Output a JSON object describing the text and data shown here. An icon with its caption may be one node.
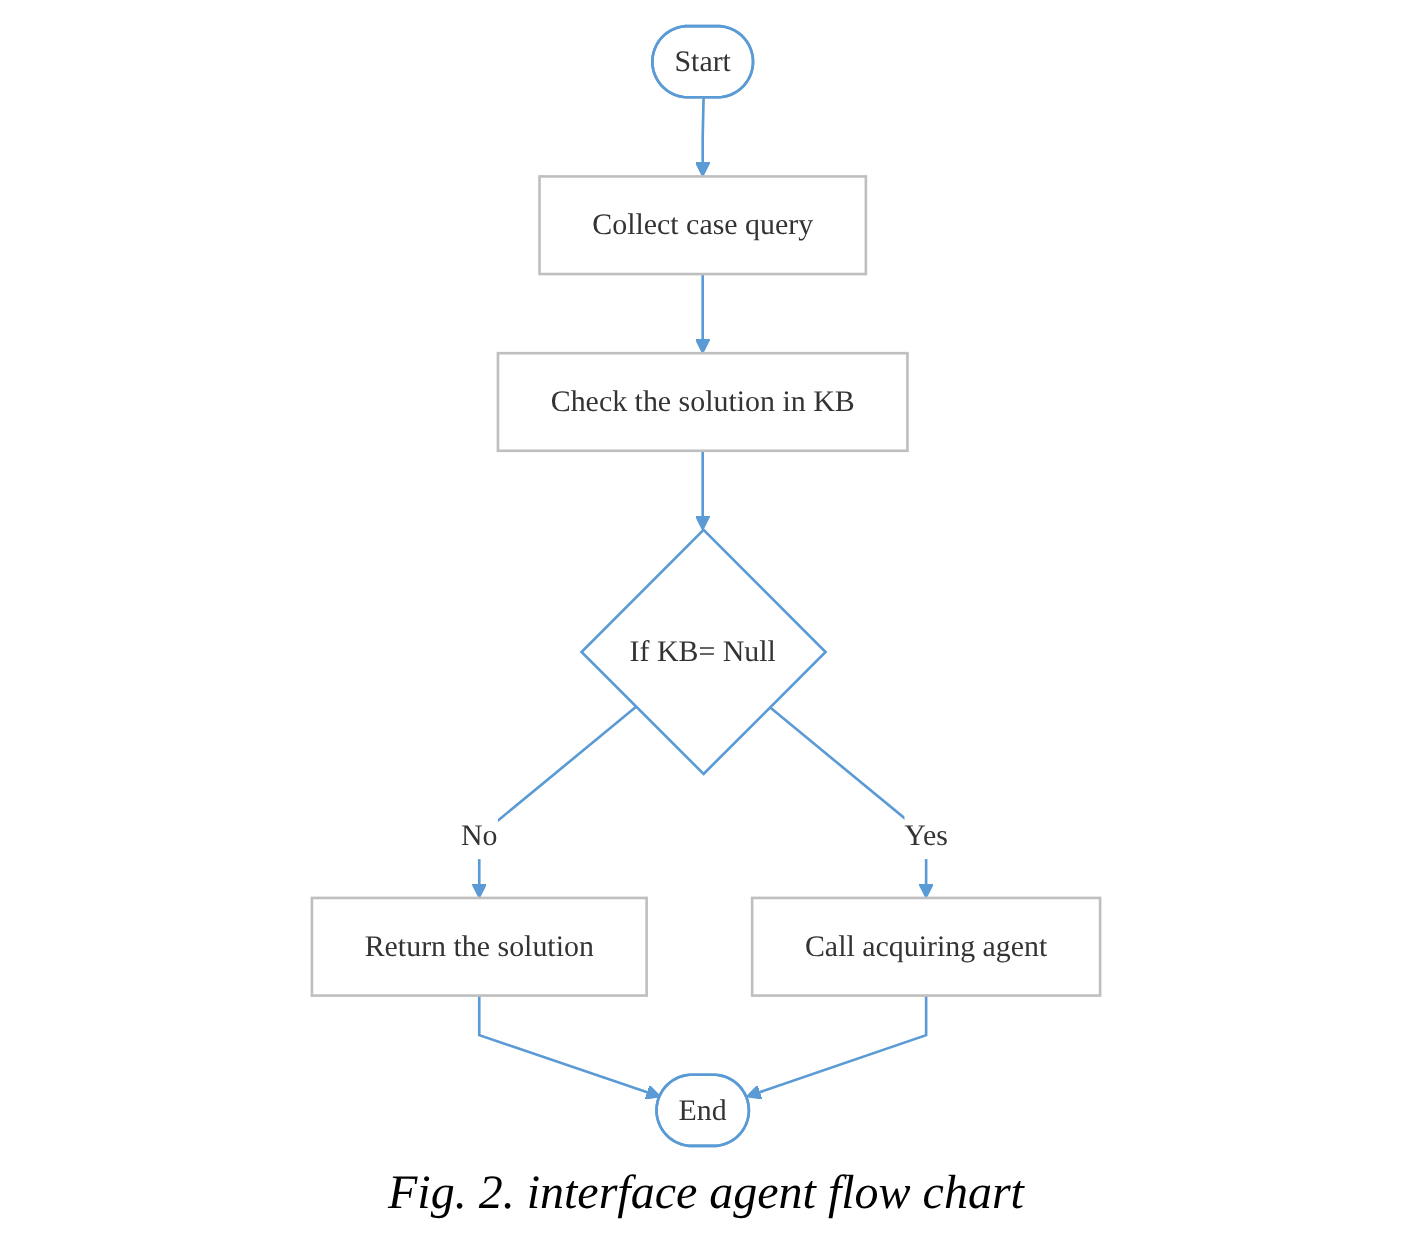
{
  "diagram": {
    "caption": "Fig. 2. interface agent flow chart",
    "nodes": [
      {
        "text": [
          "Start"
        ]
      },
      {
        "text": [
          "Collect case query"
        ]
      },
      {
        "text": [
          "Check the solution in KB"
        ]
      },
      {
        "text": [
          "If KB= Null"
        ]
      },
      {
        "text": [
          "Return the solution"
        ]
      },
      {
        "text": [
          "Call acquiring agent"
        ]
      },
      {
        "text": [
          "End"
        ]
      }
    ],
    "edges": [
      {
        "from": 0,
        "to": 1,
        "arrow": "to"
      },
      {
        "from": 1,
        "to": 2,
        "arrow": "to"
      },
      {
        "from": 2,
        "to": 3,
        "arrow": "to"
      },
      {
        "from": 3,
        "to": 4,
        "arrow": "to",
        "label": "No"
      },
      {
        "from": 3,
        "to": 5,
        "arrow": "to",
        "label": "Yes"
      },
      {
        "from": 4,
        "to": 6,
        "arrow": "to"
      },
      {
        "from": 5,
        "to": 6,
        "arrow": "to"
      }
    ]
  }
}
